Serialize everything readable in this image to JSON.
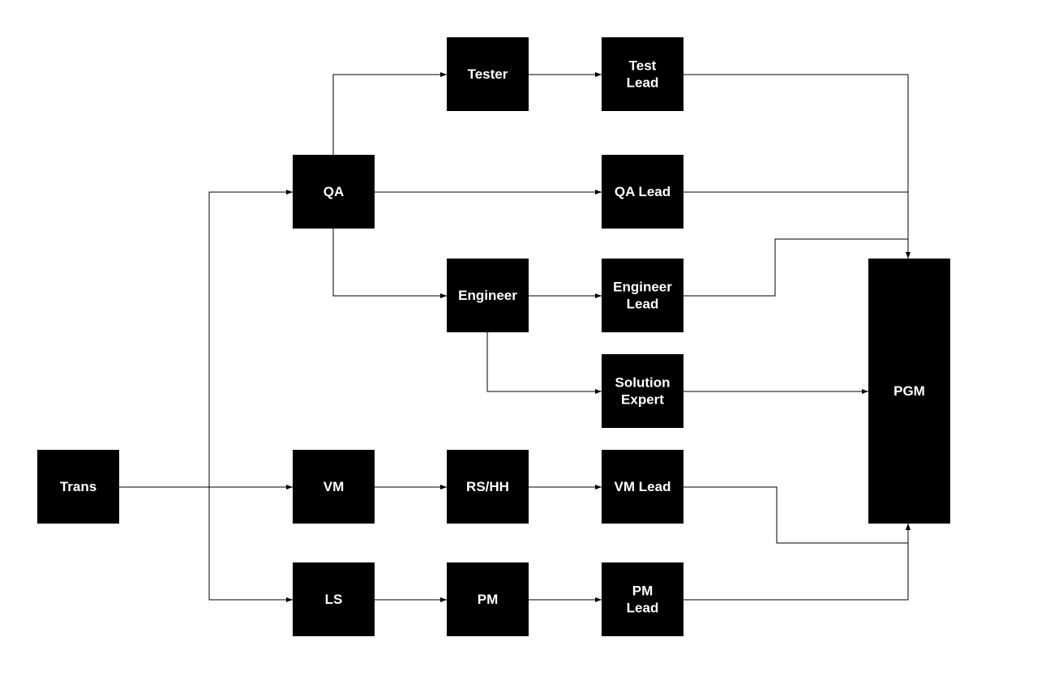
{
  "colors": {
    "node_fill": "#000000",
    "node_text": "#ffffff",
    "edge": "#000000",
    "background": "#ffffff"
  },
  "nodes": {
    "trans": {
      "lines": [
        "Trans"
      ]
    },
    "qa": {
      "lines": [
        "QA"
      ]
    },
    "tester": {
      "lines": [
        "Tester"
      ]
    },
    "test_lead": {
      "lines": [
        "Test",
        "Lead"
      ]
    },
    "qa_lead": {
      "lines": [
        "QA Lead"
      ]
    },
    "engineer": {
      "lines": [
        "Engineer"
      ]
    },
    "engineer_lead": {
      "lines": [
        "Engineer",
        "Lead"
      ]
    },
    "solution_expert": {
      "lines": [
        "Solution",
        "Expert"
      ]
    },
    "vm": {
      "lines": [
        "VM"
      ]
    },
    "rs_hh": {
      "lines": [
        "RS/HH"
      ]
    },
    "vm_lead": {
      "lines": [
        "VM Lead"
      ]
    },
    "ls": {
      "lines": [
        "LS"
      ]
    },
    "pm": {
      "lines": [
        "PM"
      ]
    },
    "pm_lead": {
      "lines": [
        "PM",
        "Lead"
      ]
    },
    "pgm": {
      "lines": [
        "PGM"
      ]
    }
  },
  "edges": [
    {
      "from": "trans",
      "to": "qa"
    },
    {
      "from": "trans",
      "to": "vm"
    },
    {
      "from": "trans",
      "to": "ls"
    },
    {
      "from": "qa",
      "to": "tester"
    },
    {
      "from": "qa",
      "to": "qa_lead"
    },
    {
      "from": "qa",
      "to": "engineer"
    },
    {
      "from": "tester",
      "to": "test_lead"
    },
    {
      "from": "engineer",
      "to": "engineer_lead"
    },
    {
      "from": "engineer",
      "to": "solution_expert"
    },
    {
      "from": "vm",
      "to": "rs_hh"
    },
    {
      "from": "rs_hh",
      "to": "vm_lead"
    },
    {
      "from": "ls",
      "to": "pm"
    },
    {
      "from": "pm",
      "to": "pm_lead"
    },
    {
      "from": "test_lead",
      "to": "pgm"
    },
    {
      "from": "qa_lead",
      "to": "pgm"
    },
    {
      "from": "engineer_lead",
      "to": "pgm"
    },
    {
      "from": "solution_expert",
      "to": "pgm"
    },
    {
      "from": "vm_lead",
      "to": "pgm"
    },
    {
      "from": "pm_lead",
      "to": "pgm"
    }
  ]
}
